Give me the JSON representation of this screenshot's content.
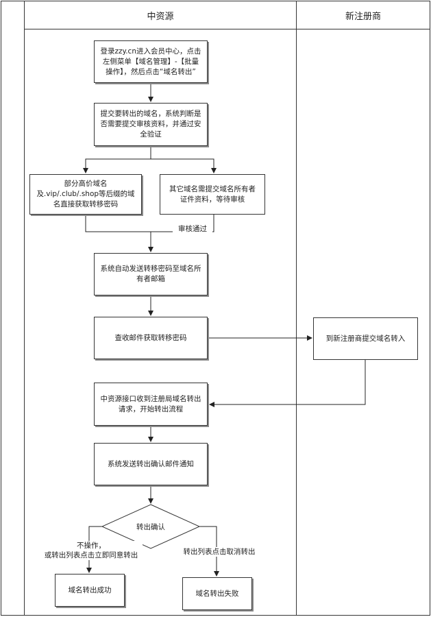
{
  "lanes": {
    "left": "中资源",
    "right": "新注册商"
  },
  "nodes": {
    "login": "登录zzy.cn进入会员中心，点击\n左侧菜单【域名管理】-【批量\n操作】，然后点击“域名转出”",
    "submit": "提交要转出的域名，系统判断是\n否需要提交审核资料，并通过安\n全验证",
    "branch_a": "部分高价域名\n及.vip/.club/.shop等后缀的域\n名直接获取转移密码",
    "branch_b": "其它域名需提交域名所有者\n证件资料，等待审核",
    "send_code": "系统自动发送转移密码至域名所\n有者邮箱",
    "get_code": "查收邮件获取转移密码",
    "new_registrar": "到新注册商提交域名转入",
    "receive": "中资源接口收到注册局域名转出\n请求，开始转出流程",
    "notify": "系统发送转出确认邮件通知",
    "decision": "转出确认",
    "success": "域名转出成功",
    "fail": "域名转出失败"
  },
  "labels": {
    "approved": "审核通过",
    "no_action": "不操作，\n或转出列表点击立即同意转出",
    "cancel": "转出列表点击取消转出"
  }
}
